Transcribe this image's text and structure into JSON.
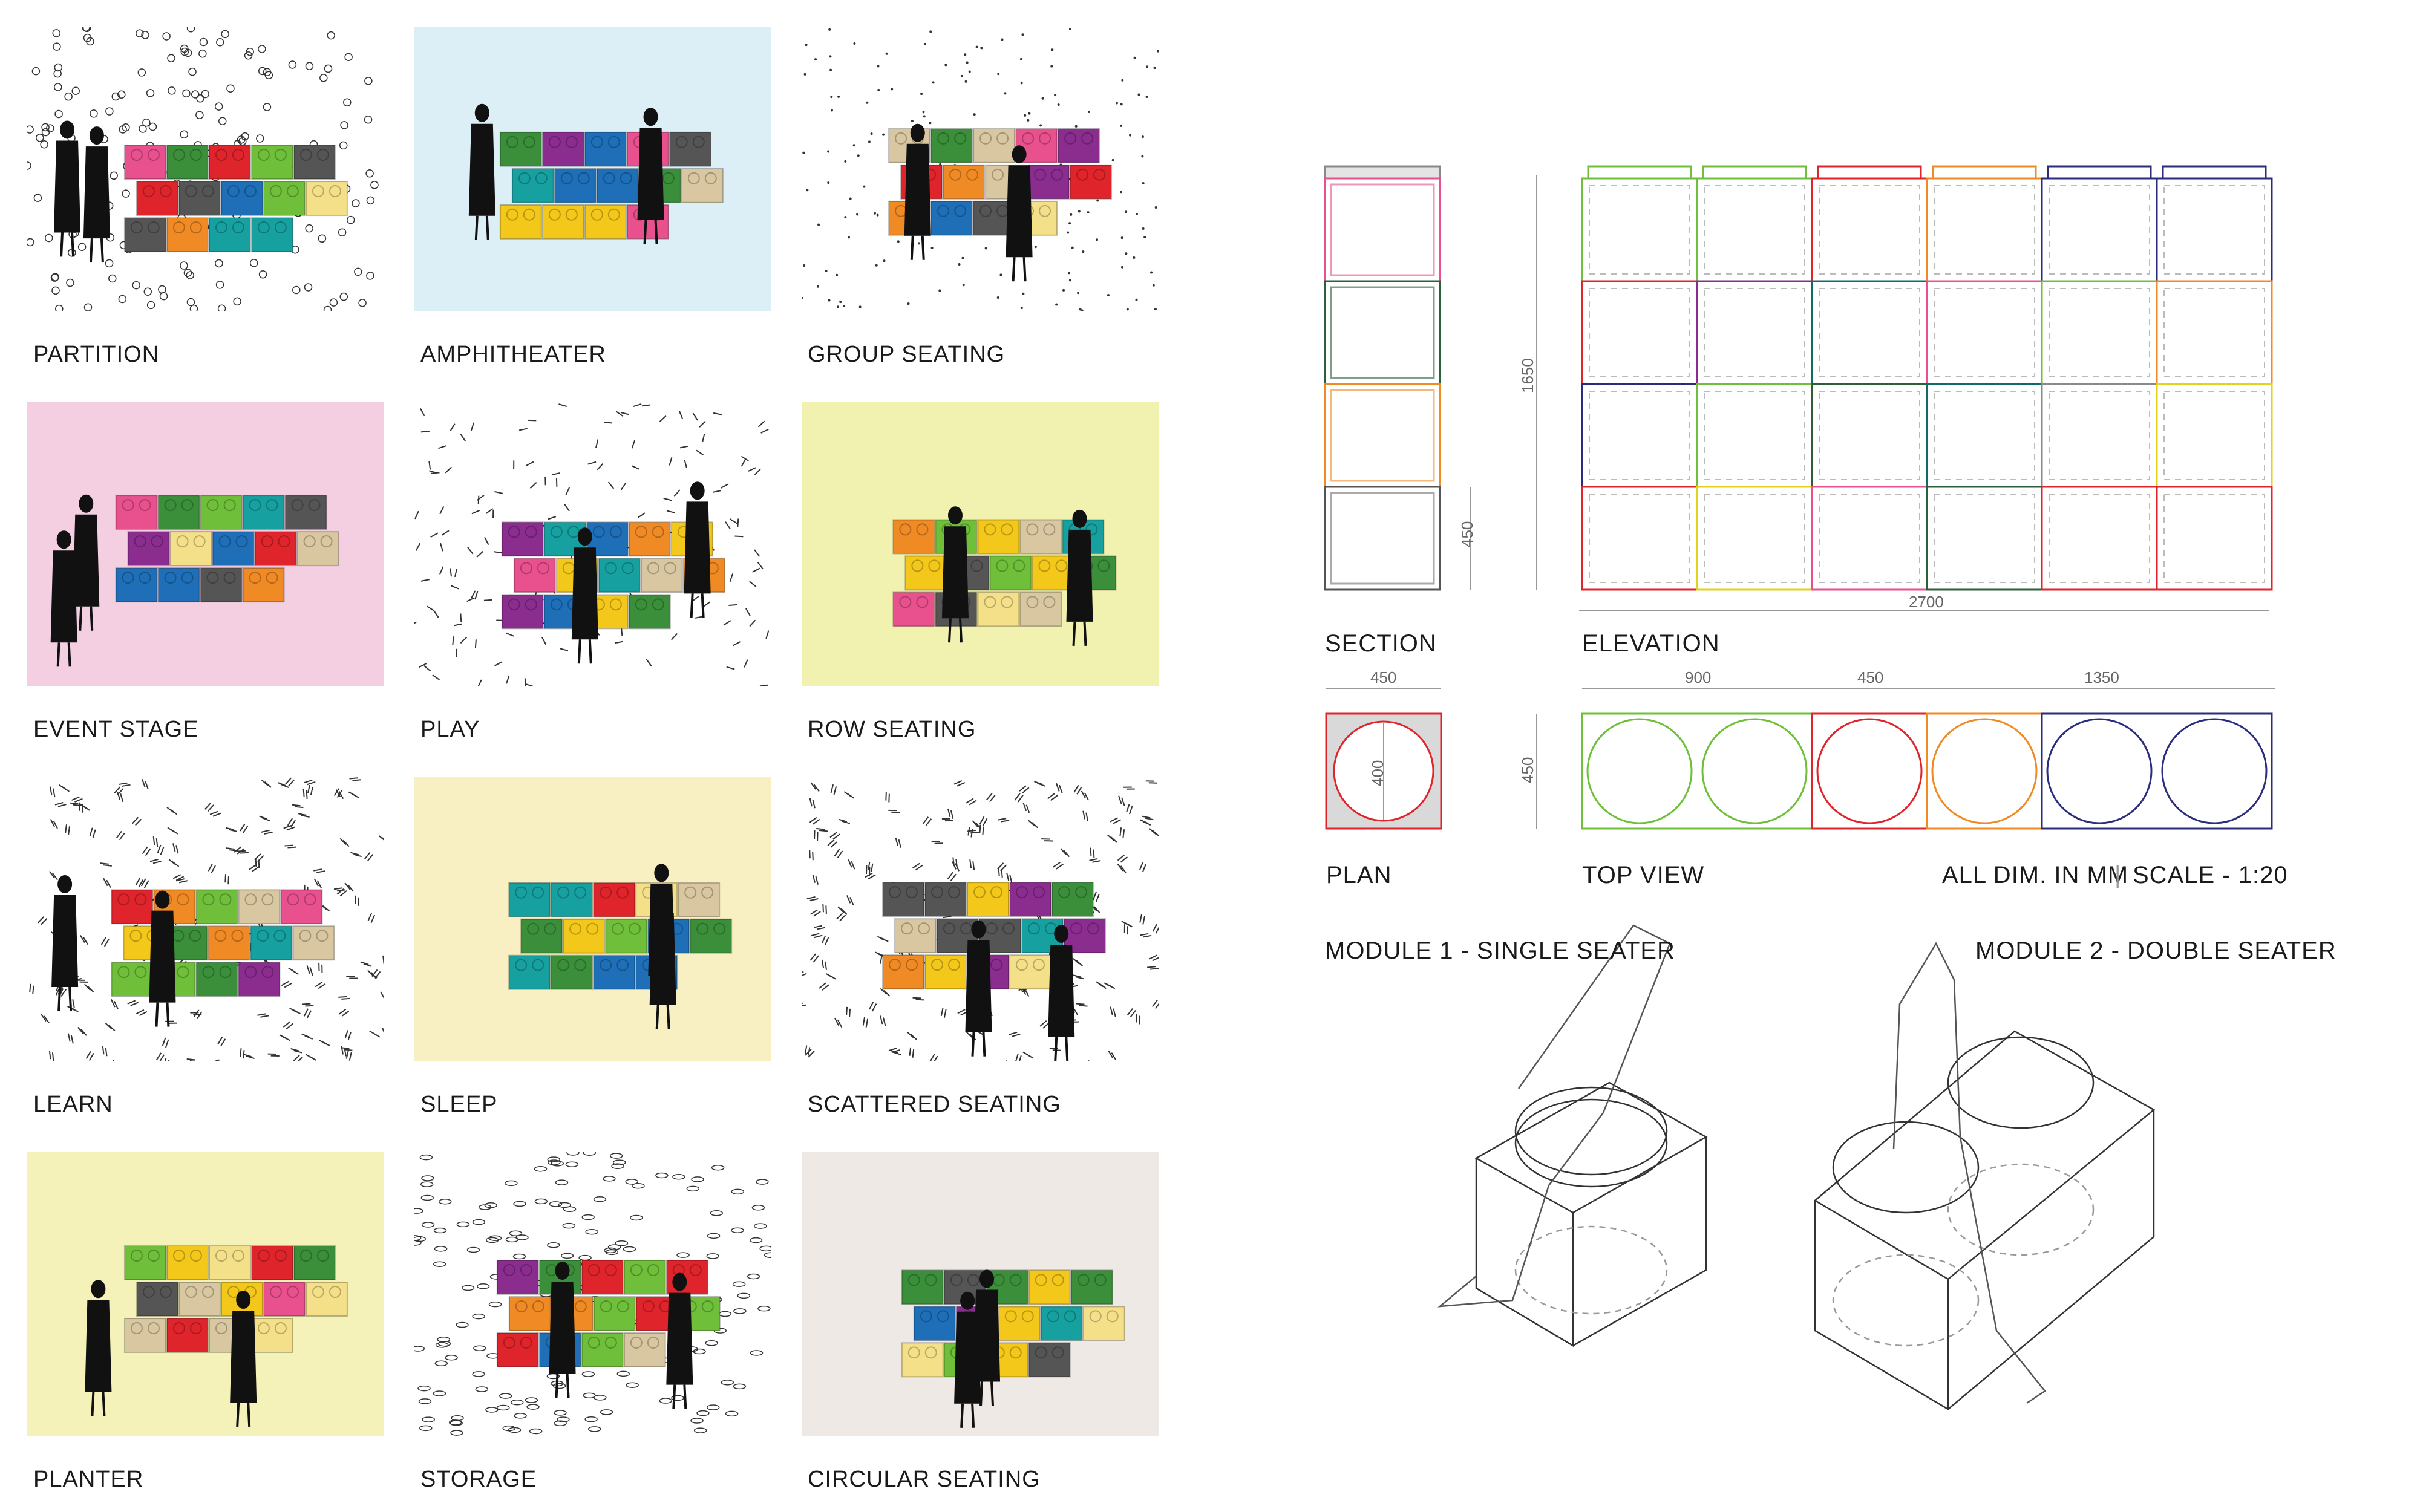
{
  "tiles": [
    {
      "label": "PARTITION",
      "bg": "#ffffff",
      "pattern": "circles"
    },
    {
      "label": "AMPHITHEATER",
      "bg": "#dceff7",
      "pattern": "none"
    },
    {
      "label": "GROUP SEATING",
      "bg": "#ffffff",
      "pattern": "dots"
    },
    {
      "label": "EVENT STAGE",
      "bg": "#f4cfe1",
      "pattern": "none"
    },
    {
      "label": "PLAY",
      "bg": "#ffffff",
      "pattern": "dashes"
    },
    {
      "label": "ROW SEATING",
      "bg": "#f2f2b0",
      "pattern": "none"
    },
    {
      "label": "LEARN",
      "bg": "#ffffff",
      "pattern": "hatch"
    },
    {
      "label": "SLEEP",
      "bg": "#f8efc2",
      "pattern": "none"
    },
    {
      "label": "SCATTERED SEATING",
      "bg": "#ffffff",
      "pattern": "hatch"
    },
    {
      "label": "PLANTER",
      "bg": "#f4f2b8",
      "pattern": "none"
    },
    {
      "label": "STORAGE",
      "bg": "#ffffff",
      "pattern": "ovals"
    },
    {
      "label": "CIRCULAR SEATING",
      "bg": "#efe9e6",
      "pattern": "none"
    }
  ],
  "drawings": {
    "section_label": "SECTION",
    "elevation_label": "ELEVATION",
    "plan_label": "PLAN",
    "topview_label": "TOP VIEW",
    "dims_note": "ALL DIM. IN MM",
    "scale_note": "SCALE - 1:20",
    "module1": "MODULE 1 - SINGLE SEATER",
    "module2": "MODULE 2 - DOUBLE SEATER",
    "dim_1650": "1650",
    "dim_450_section": "450",
    "dim_2700": "2700",
    "dim_450_plan": "450",
    "dim_400": "400",
    "dim_900": "900",
    "dim_450_top": "450",
    "dim_1350": "1350",
    "dim_450_top_h": "450"
  },
  "colors": {
    "green": "#6fbf3a",
    "red": "#e0242b",
    "orange": "#f08a24",
    "navy": "#2b2d7c",
    "pink": "#e8508e",
    "darkgreen": "#2f5e3a",
    "yellow": "#e3d21c",
    "purple": "#8a2d8f",
    "teal": "#0f6c6a",
    "grey": "#8a8a8a"
  }
}
